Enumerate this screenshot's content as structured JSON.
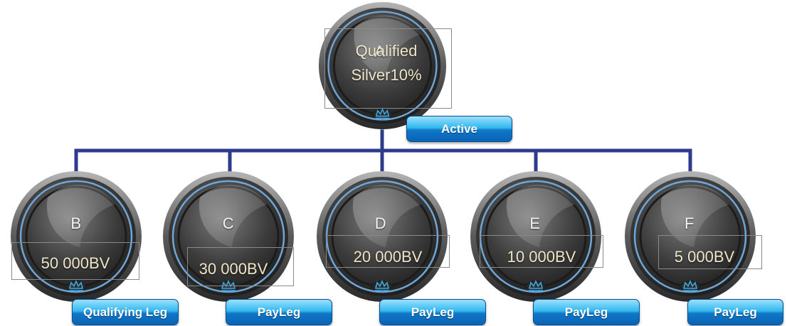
{
  "root": {
    "letter": "A",
    "line1": "Qualified",
    "line2": "Silver10%",
    "badge": "Active"
  },
  "children": [
    {
      "letter": "B",
      "value": "50 000BV",
      "badge": "Qualifying Leg"
    },
    {
      "letter": "C",
      "value": "30 000BV",
      "badge": "PayLeg"
    },
    {
      "letter": "D",
      "value": "20 000BV",
      "badge": "PayLeg"
    },
    {
      "letter": "E",
      "value": "10 000BV",
      "badge": "PayLeg"
    },
    {
      "letter": "F",
      "value": "5 000BV",
      "badge": "PayLeg"
    }
  ],
  "colors": {
    "connector": "#2e3a8c",
    "badge_gradient_top": "#9be0ff",
    "badge_gradient_bottom": "#0a63b4",
    "value_text": "#efe6c8",
    "node_ring": "#4a8fc7"
  }
}
